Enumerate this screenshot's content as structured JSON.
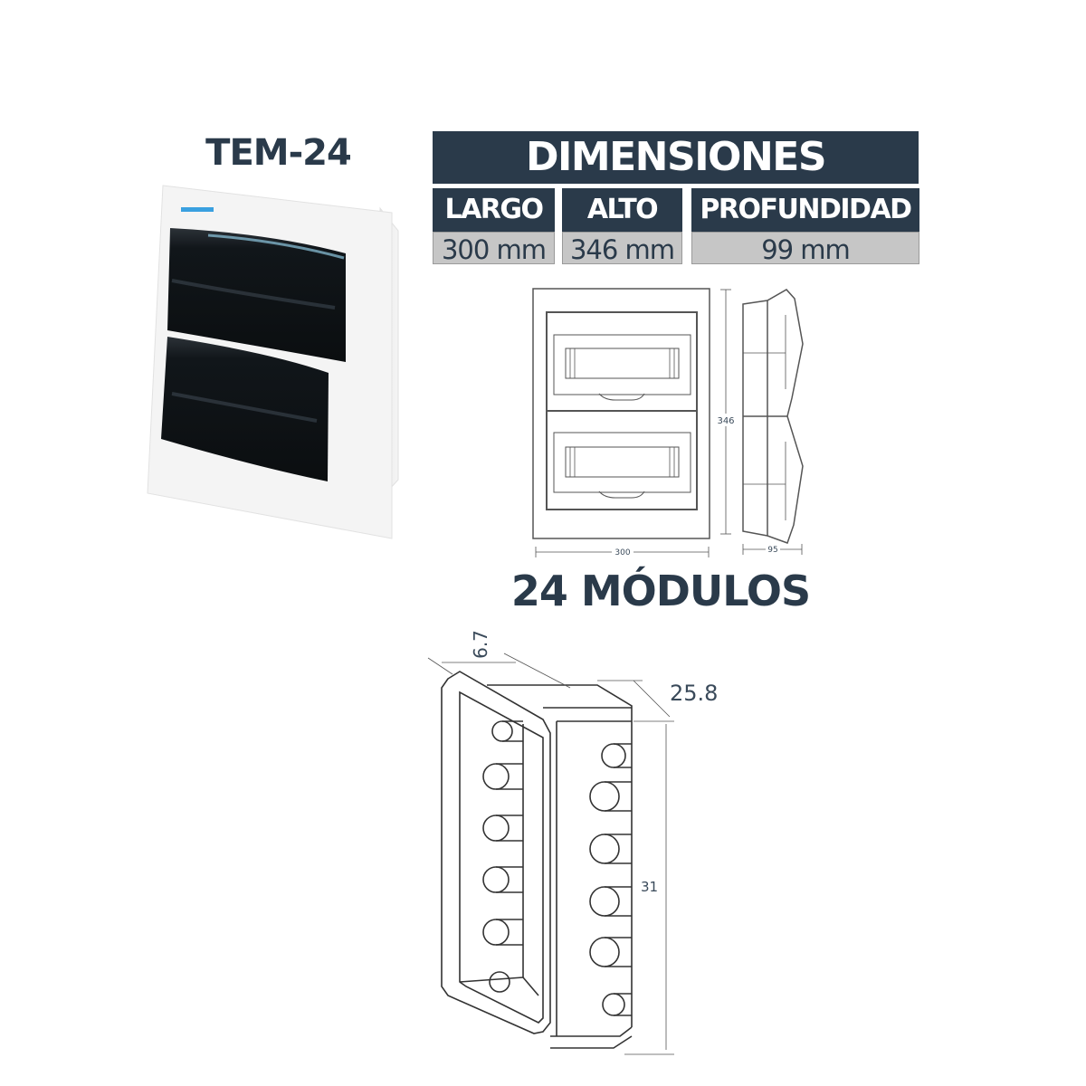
{
  "product": {
    "model": "TEM-24",
    "brand_label_color": "#3aa0e0"
  },
  "dimensions": {
    "title": "DIMENSIONES",
    "columns": [
      {
        "label": "LARGO",
        "value": "300 mm"
      },
      {
        "label": "ALTO",
        "value": "346 mm"
      },
      {
        "label": "PROFUNDIDAD",
        "value": "99 mm"
      }
    ]
  },
  "front_drawing": {
    "height_label": "346",
    "width_label": "300",
    "depth_label": "95"
  },
  "modules": {
    "title": "24 MÓDULOS"
  },
  "iso_drawing": {
    "labels": {
      "flange": "6.7",
      "depth": "25.8",
      "height": "31"
    }
  },
  "colors": {
    "header_bg": "#2a3a4a",
    "value_bg": "#c6c6c6",
    "text_dark": "#2a3a4a"
  }
}
